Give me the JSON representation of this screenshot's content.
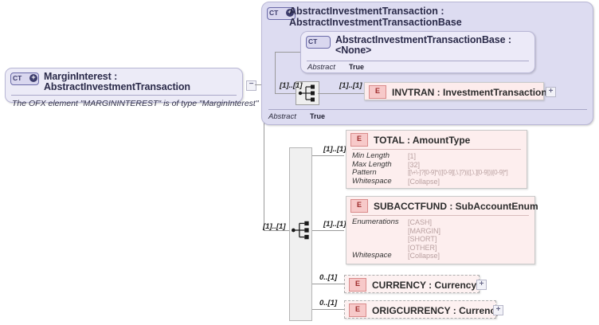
{
  "diagram": {
    "type": "xsd-schema-diagram",
    "colors": {
      "complex_type_fill": "#ecebf7",
      "panel_fill": "#dddcf1",
      "element_fill": "#fdeeee",
      "element_icon_fill": "#f7c9c9",
      "connector_line": "#9a9a9a",
      "facet_value": "#b9a0a0"
    }
  },
  "margin_interest": {
    "icon": "CT-plus-icon",
    "icon_label": "CT",
    "title": "MarginInterest : AbstractInvestmentTransaction",
    "annotation": "The OFX element \"MARGININTEREST\" is of type \"MarginInterest\"",
    "toggle": "−"
  },
  "abstract_panel": {
    "icon": "CT-plus-icon",
    "icon_label": "CT",
    "title": "AbstractInvestmentTransaction : AbstractInvestmentTransactionBase",
    "abstract_key": "Abstract",
    "abstract_value": "True",
    "inner_type": {
      "icon": "CT-icon",
      "icon_label": "CT",
      "title": "AbstractInvestmentTransactionBase : <None>",
      "abstract_key": "Abstract",
      "abstract_value": "True"
    },
    "sequence": {
      "icon": "sequence-icon",
      "left_cardinality": "[1]..[1]",
      "right_cardinality": "[1]..[1]"
    },
    "invtran": {
      "icon": "E-icon",
      "icon_label": "E",
      "title": "INVTRAN : InvestmentTransaction",
      "toggle": "+"
    }
  },
  "main_sequence": {
    "icon": "sequence-icon",
    "left_cardinality": "[1]..[1]"
  },
  "children": [
    {
      "cardinality": "[1]..[1]",
      "icon": "E-icon",
      "icon_label": "E",
      "title": "TOTAL    : AmountType",
      "facets": [
        {
          "key": "Min Length",
          "value": "[1]"
        },
        {
          "key": "Max Length",
          "value": "[32]"
        },
        {
          "key": "Pattern",
          "value": "[[\\+\\-]?[0-9]*(([0-9][,\\.]?)|([,\\.][0-9]))[0-9]*]"
        },
        {
          "key": "Whitespace",
          "value": "[Collapse]"
        }
      ]
    },
    {
      "cardinality": "[1]..[1]",
      "icon": "E-icon",
      "icon_label": "E",
      "title": "SUBACCTFUND : SubAccountEnum",
      "facets": [
        {
          "key": "Enumerations",
          "value": "[CASH]"
        },
        {
          "key": "",
          "value": "[MARGIN]"
        },
        {
          "key": "",
          "value": "[SHORT]"
        },
        {
          "key": "",
          "value": "[OTHER]"
        },
        {
          "key": "Whitespace",
          "value": "[Collapse]"
        }
      ]
    },
    {
      "cardinality": "0..[1]",
      "icon": "E-icon",
      "icon_label": "E",
      "title": "CURRENCY : Currency",
      "toggle": "+",
      "facets": []
    },
    {
      "cardinality": "0..[1]",
      "icon": "E-icon",
      "icon_label": "E",
      "title": "ORIGCURRENCY : Currency",
      "toggle": "+",
      "facets": []
    }
  ]
}
